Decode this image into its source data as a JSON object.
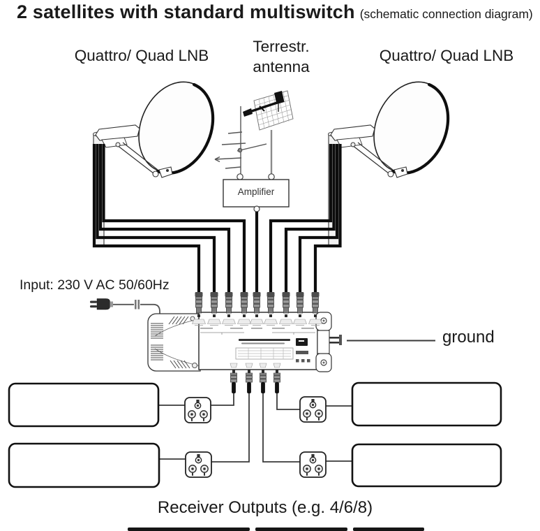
{
  "colors": {
    "ink": "#1a1a1a",
    "background": "#ffffff"
  },
  "title": {
    "main": "2 satellites with standard multiswitch",
    "sub": "(schematic connection diagram)"
  },
  "labels": {
    "lnb_left": "Quattro/ Quad LNB",
    "terrestrial_line1": "Terrestr.",
    "terrestrial_line2": "antenna",
    "lnb_right": "Quattro/ Quad LNB",
    "amplifier": "Amplifier",
    "power_input": "Input: 230 V AC 50/60Hz",
    "ground": "ground",
    "receiver_outputs_caption": "Receiver Outputs (e.g. 4/6/8)"
  },
  "diagram": {
    "multiswitch_top_inputs": 9,
    "multiswitch_bottom_outputs": 4,
    "receiver_boxes": 4,
    "wall_outlets": 4,
    "satellite_dishes": 2
  }
}
